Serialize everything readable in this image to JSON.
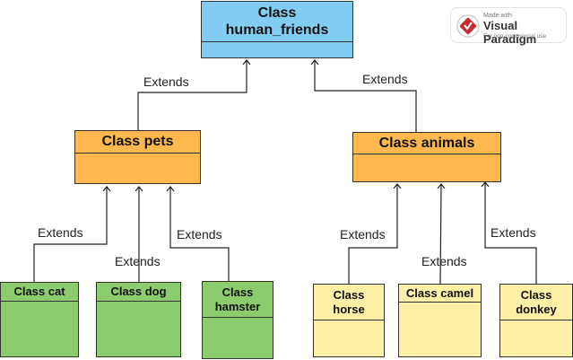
{
  "colors": {
    "root_fill": "#84cdf2",
    "middle_fill": "#ffb84d",
    "pets_children_fill": "#8ccb6e",
    "animals_children_fill": "#fff0a8",
    "line": "#222222"
  },
  "classes": {
    "human_friends": {
      "line1": "Class",
      "line2": "human_friends"
    },
    "pets": "Class pets",
    "animals": "Class animals",
    "cat": "Class cat",
    "dog": "Class dog",
    "hamster": {
      "line1": "Class",
      "line2": "hamster"
    },
    "horse": {
      "line1": "Class",
      "line2": "horse"
    },
    "camel": "Class camel",
    "donkey": {
      "line1": "Class",
      "line2": "donkey"
    }
  },
  "relation_label": "Extends",
  "watermark": {
    "made_with": "Made with",
    "brand": "Visual Paradigm",
    "note": "For non-commercial use",
    "icon": "visual-paradigm-logo-icon"
  }
}
